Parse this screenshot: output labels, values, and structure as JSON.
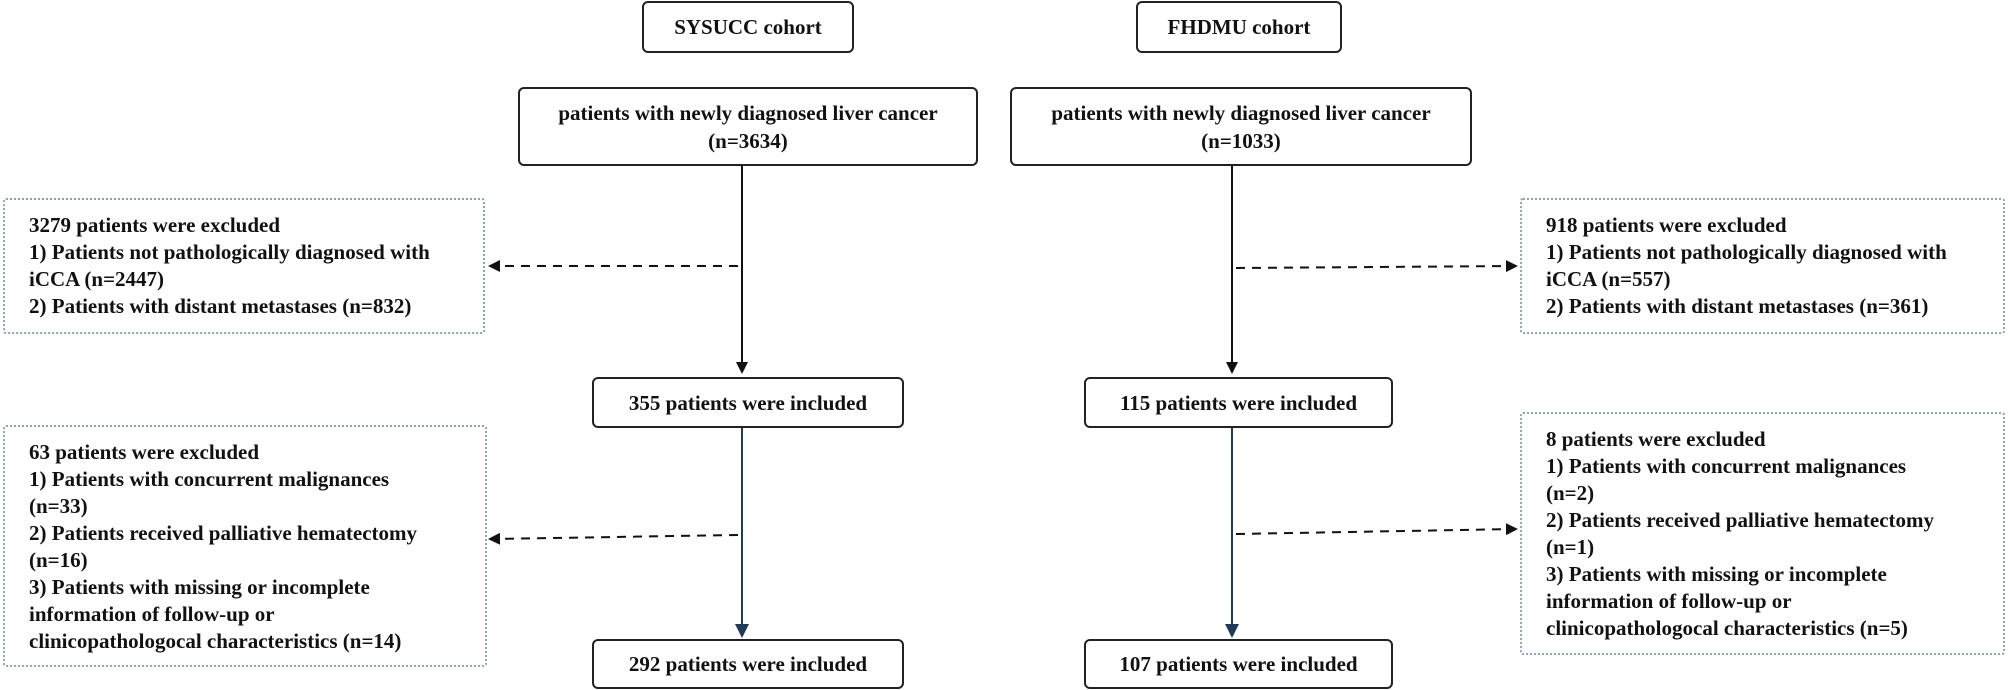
{
  "cohorts": [
    {
      "title": "SYSUCC cohort",
      "start": {
        "line1": "patients with newly diagnosed liver cancer",
        "line2": "(n=3634)"
      },
      "exclusion1": {
        "lines": [
          "3279 patients were excluded",
          "1) Patients not pathologically diagnosed with",
          "iCCA (n=2447)",
          "2) Patients with distant metastases (n=832)"
        ]
      },
      "included1": "355 patients were included",
      "exclusion2": {
        "lines": [
          "63 patients were excluded",
          "1) Patients with concurrent malignances",
          "(n=33)",
          "2) Patients received palliative hematectomy",
          "(n=16)",
          "3) Patients with missing or incomplete",
          "information of follow-up or",
          "clinicopathologocal characteristics (n=14)"
        ]
      },
      "included2": "292 patients were included"
    },
    {
      "title": "FHDMU cohort",
      "start": {
        "line1": "patients with newly diagnosed liver cancer",
        "line2": "(n=1033)"
      },
      "exclusion1": {
        "lines": [
          "918 patients were excluded",
          "1) Patients not pathologically diagnosed with",
          "iCCA (n=557)",
          "2) Patients with distant metastases (n=361)"
        ]
      },
      "included1": "115 patients were included",
      "exclusion2": {
        "lines": [
          "8 patients were excluded",
          "1) Patients with concurrent malignances",
          "(n=2)",
          "2) Patients received palliative hematectomy",
          "(n=1)",
          "3) Patients with missing or incomplete",
          "information of follow-up or",
          "clinicopathologocal characteristics (n=5)"
        ]
      },
      "included2": "107 patients were included"
    }
  ],
  "colors": {
    "solid_border": "#222222",
    "dashed_border": "#8da3b8",
    "arrow_dark": "#111111",
    "arrow_navy": "#1f3b57"
  }
}
